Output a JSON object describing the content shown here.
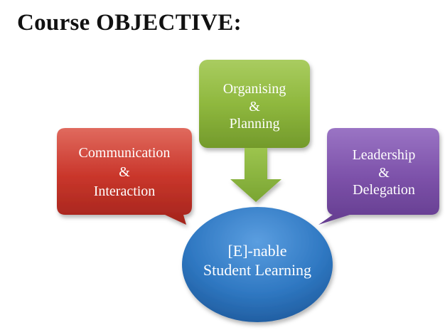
{
  "title": "Course OBJECTIVE:",
  "boxes": {
    "left": {
      "lines": [
        "Communication",
        "&",
        "Interaction"
      ],
      "color": "#c0392b"
    },
    "top": {
      "lines": [
        "Organising",
        "&",
        "Planning"
      ],
      "color": "#8db63c"
    },
    "right": {
      "lines": [
        "Leadership",
        "&",
        "Delegation"
      ],
      "color": "#7b4fa6"
    }
  },
  "center": {
    "lines": [
      "[E]-nable",
      "Student Learning"
    ],
    "color": "#2f78c2"
  }
}
